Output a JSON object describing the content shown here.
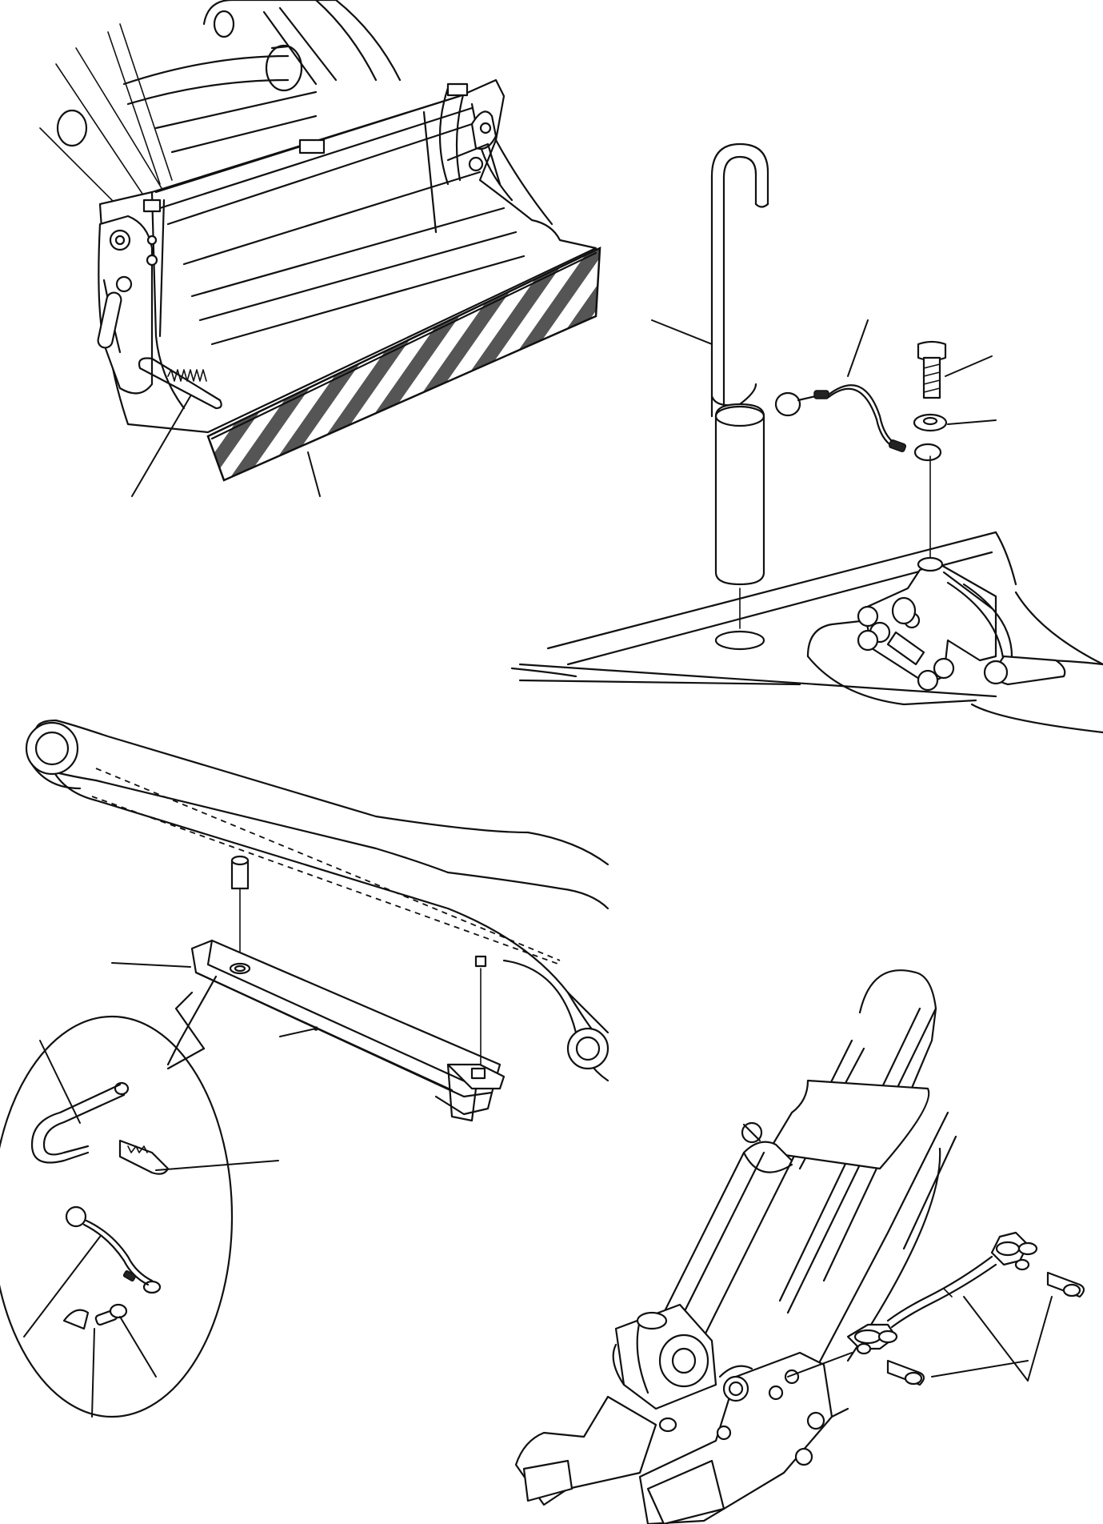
{
  "figure": {
    "panels": [
      {
        "name": "bucket-panel",
        "callouts": 2
      },
      {
        "name": "hook-tool-panel",
        "callouts": 3
      },
      {
        "name": "lift-arm-support-panel",
        "callouts": 6
      },
      {
        "name": "cylinder-clevis-panel",
        "callouts": 1
      }
    ],
    "icons": [
      "bucket-drawing",
      "hook-tool-drawing",
      "lift-arm-drawing",
      "cylinder-drawing"
    ],
    "colors": {
      "line": "#111111",
      "background": "#ffffff"
    }
  }
}
